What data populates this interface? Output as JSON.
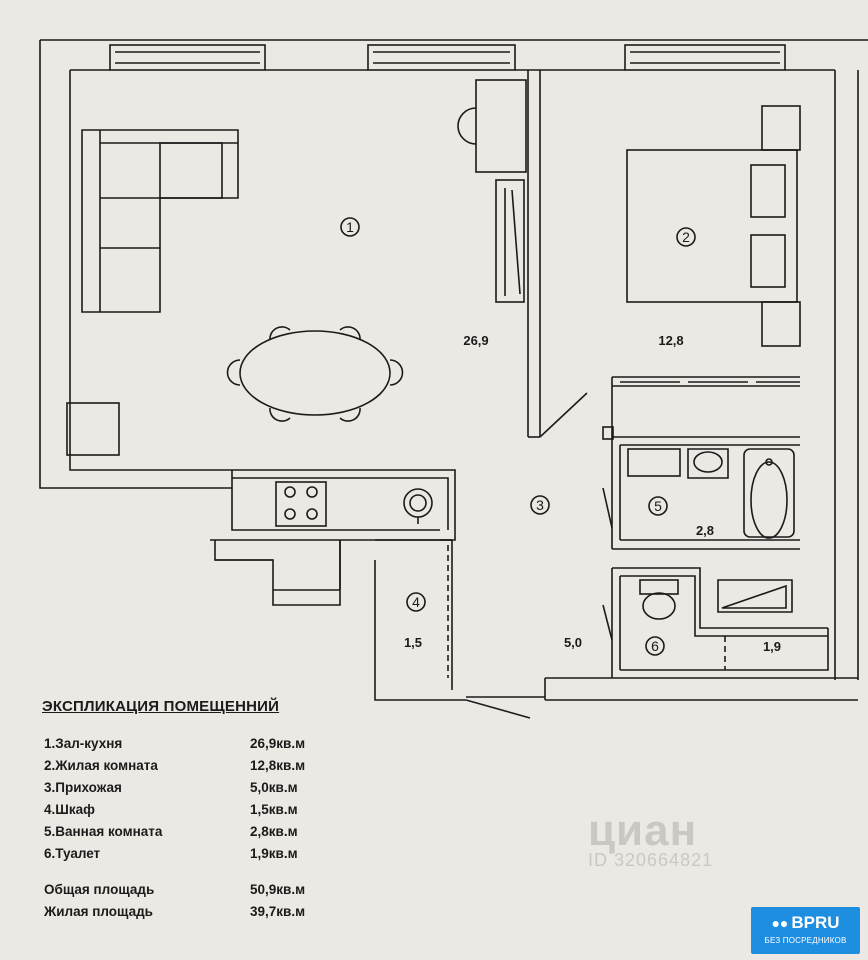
{
  "rooms": [
    {
      "num": "1",
      "area": "26,9"
    },
    {
      "num": "2",
      "area": "12,8"
    },
    {
      "num": "3",
      "area": "5,0"
    },
    {
      "num": "4",
      "area": "1,5"
    },
    {
      "num": "5",
      "area": "2,8"
    },
    {
      "num": "6",
      "area": "1,9"
    }
  ],
  "legend": {
    "title": "ЭКСПЛИКАЦИЯ ПОМЕЩЕННИЙ",
    "items": [
      {
        "name": "1.Зал-кухня",
        "value": "26,9кв.м"
      },
      {
        "name": "2.Жилая комната",
        "value": "12,8кв.м"
      },
      {
        "name": "3.Прихожая",
        "value": "5,0кв.м"
      },
      {
        "name": "4.Шкаф",
        "value": "1,5кв.м"
      },
      {
        "name": "5.Ванная комната",
        "value": "2,8кв.м"
      },
      {
        "name": "6.Туалет",
        "value": "1,9кв.м"
      }
    ],
    "total_label": "Общая площадь",
    "total_value": "50,9кв.м",
    "living_label": "Жилая площадь",
    "living_value": "39,7кв.м"
  },
  "watermark": {
    "brand": "циан",
    "id": "ID 320664821"
  },
  "badge": {
    "title": "BPRU",
    "subtitle": "БЕЗ ПОСРЕДНИКОВ"
  }
}
